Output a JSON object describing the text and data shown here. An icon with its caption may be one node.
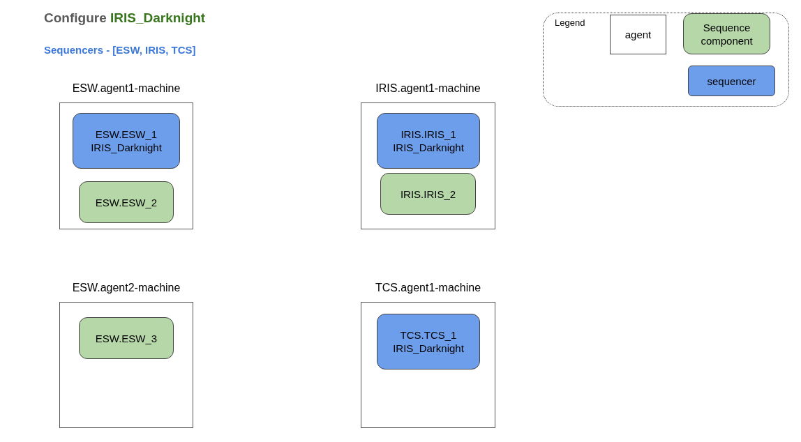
{
  "diagram": {
    "title": "Configure IRIS_Darknight",
    "nodes": [
      {
        "text": [
          "ESW.agent1-machine"
        ]
      },
      {
        "text": [
          "ESW.ESW_1",
          "IRIS_Darknight"
        ],
        "in": 0
      },
      {
        "text": [
          "ESW.ESW_2"
        ],
        "in": 0
      },
      {
        "text": [
          "IRIS.agent1-machine"
        ]
      },
      {
        "text": [
          "IRIS.IRIS_1",
          "IRIS_Darknight"
        ],
        "in": 3
      },
      {
        "text": [
          "IRIS.IRIS_2"
        ],
        "in": 3
      },
      {
        "text": [
          "ESW.agent2-machine"
        ]
      },
      {
        "text": [
          "ESW.ESW_3"
        ],
        "in": 6
      },
      {
        "text": [
          "TCS.agent1-machine"
        ]
      },
      {
        "text": [
          "TCS.TCS_1",
          "IRIS_Darknight"
        ],
        "in": 8
      }
    ],
    "edges": [],
    "labels": [
      "Sequencers - [ESW, IRIS, TCS]",
      "Legend"
    ],
    "legend": [
      {
        "text": "agent",
        "color": "#ffffff"
      },
      {
        "text": "Sequence component",
        "color": "#b6d7a8"
      },
      {
        "text": "sequencer",
        "color": "#6d9eeb"
      }
    ]
  }
}
